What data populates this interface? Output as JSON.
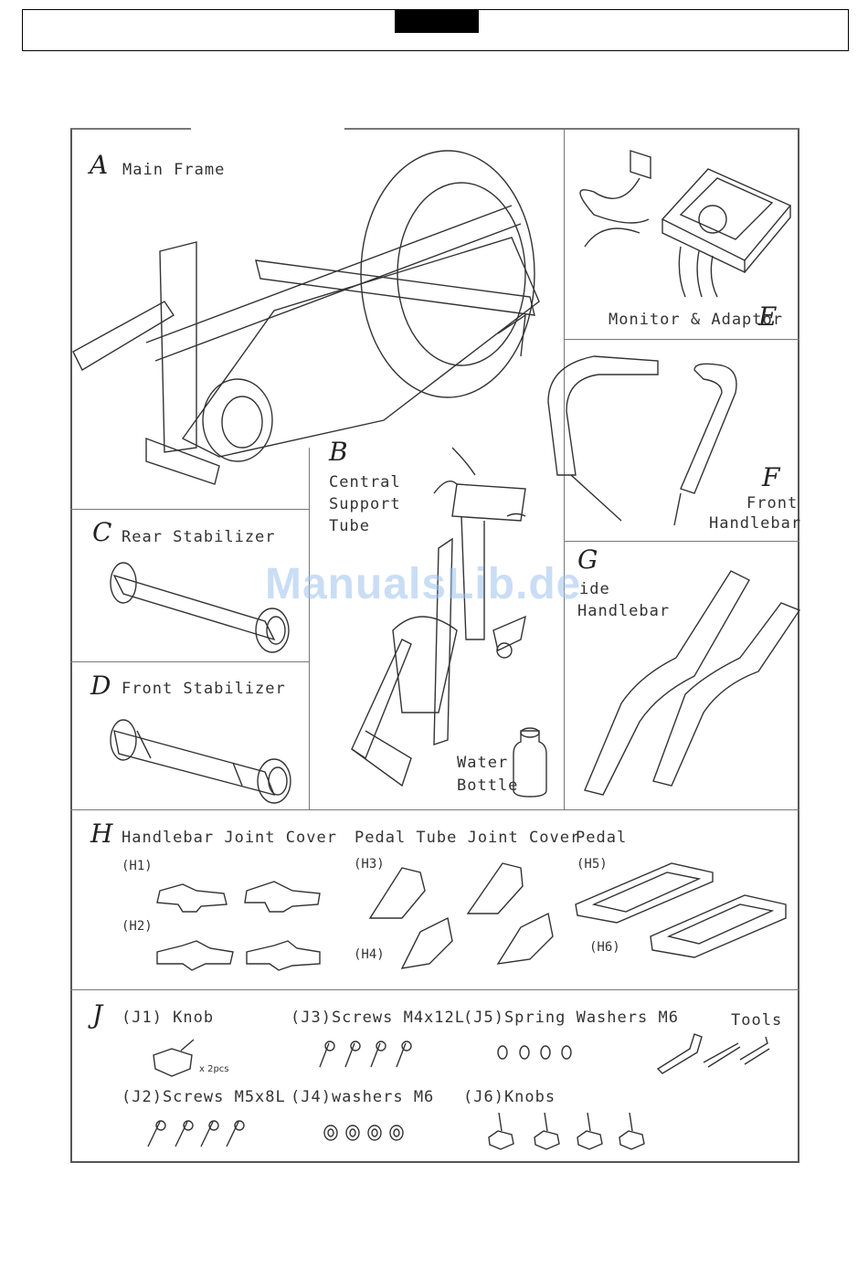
{
  "parts": {
    "A": {
      "letter": "A",
      "label": "Main Frame"
    },
    "B": {
      "letter": "B",
      "line1": "Central",
      "line2": "Support",
      "line3": "Tube"
    },
    "C": {
      "letter": "C",
      "label": "Rear Stabilizer"
    },
    "D": {
      "letter": "D",
      "label": "Front Stabilizer"
    },
    "E": {
      "letter": "E",
      "label": "Monitor & Adaptor"
    },
    "F": {
      "letter": "F",
      "line1": "Front",
      "line2": "Handlebar"
    },
    "G": {
      "letter": "G",
      "line1": "ide",
      "line2": "Handlebar"
    },
    "water": {
      "line1": "Water",
      "line2": "Bottle"
    },
    "H": {
      "letter": "H",
      "joint_label": "Handlebar Joint Cover",
      "pedal_joint_label": "Pedal Tube Joint Cover",
      "pedal_label": "Pedal",
      "h1": "(H1)",
      "h2": "(H2)",
      "h3": "(H3)",
      "h4": "(H4)",
      "h5": "(H5)",
      "h6": "(H6)"
    },
    "J": {
      "letter": "J",
      "j1": "(J1) Knob",
      "j1_qty": "x 2pcs",
      "j2": "(J2)Screws M5x8L",
      "j3": "(J3)Screws M4x12L",
      "j4": "(J4)washers M6",
      "j5": "(J5)Spring Washers M6",
      "j6": "(J6)Knobs",
      "tools": "Tools"
    }
  },
  "watermark": "ManualsLib.de"
}
